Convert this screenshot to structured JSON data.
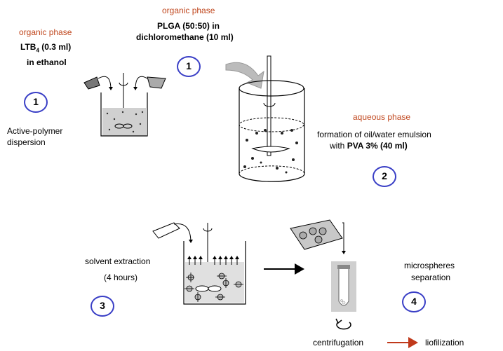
{
  "step1_left": {
    "phase": "organic phase",
    "ltb": "LTB",
    "ltb_sub": "4",
    "ltb_rest": " (0.3 ml)",
    "solvent": "in ethanol",
    "step": "1",
    "caption_line1": "Active-polymer",
    "caption_line2": "dispersion"
  },
  "step1_top": {
    "phase": "organic phase",
    "line1": "PLGA (50:50) in",
    "line2": "dichloromethane (10 ml)",
    "step": "1"
  },
  "step2": {
    "phase": "aqueous phase",
    "line1": "formation of oil/water emulsion",
    "line2_prefix": "with ",
    "line2_bold": "PVA 3% (40 ml)",
    "step": "2"
  },
  "step3": {
    "line1": "solvent extraction",
    "line2": "(4 hours)",
    "step": "3"
  },
  "step4": {
    "line1": "microspheres",
    "line2": "separation",
    "step": "4"
  },
  "footer": {
    "centrifugation": "centrifugation",
    "liofilization": "liofilization"
  },
  "colors": {
    "phase_label": "#c0471e",
    "step_circle": "#3a3fc6",
    "arrow_red": "#c0391b"
  }
}
